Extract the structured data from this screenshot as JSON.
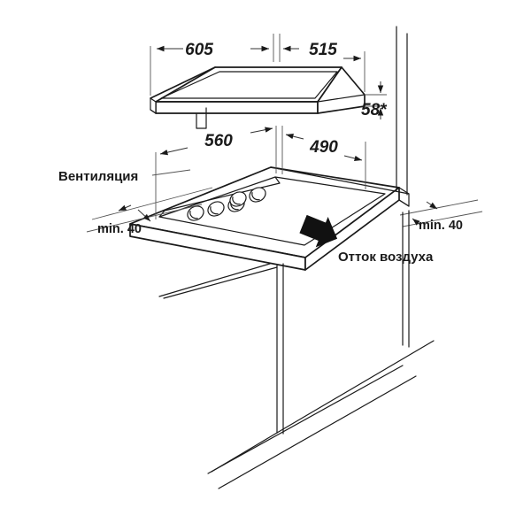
{
  "diagram": {
    "title": "Cooktop installation dimension drawing",
    "units": "mm",
    "background_color": "#ffffff",
    "line_color": "#1a1a1a",
    "dimensions": {
      "appliance_width": "605",
      "appliance_depth": "515",
      "appliance_height": "58*",
      "cutout_width": "560",
      "cutout_depth": "490",
      "clearance_left": "min. 40",
      "clearance_right": "min. 40"
    },
    "labels": {
      "ventilation": "Вентиляция",
      "air_outflow": "Отток воздуха"
    },
    "features": {
      "knob_count": 5
    }
  }
}
